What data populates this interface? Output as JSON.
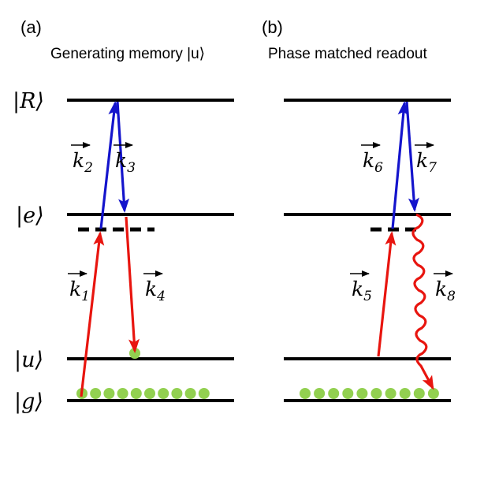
{
  "figure": {
    "panel_a": {
      "tag": "(a)",
      "title": "Generating memory |u⟩"
    },
    "panel_b": {
      "tag": "(b)",
      "title": "Phase matched readout"
    }
  },
  "levels": {
    "R": "|R⟩",
    "e": "|e⟩",
    "u": "|u⟩",
    "g": "|g⟩"
  },
  "wavevectors": {
    "k1": {
      "base": "k",
      "sub": "1"
    },
    "k2": {
      "base": "k",
      "sub": "2"
    },
    "k3": {
      "base": "k",
      "sub": "3"
    },
    "k4": {
      "base": "k",
      "sub": "4"
    },
    "k5": {
      "base": "k",
      "sub": "5"
    },
    "k6": {
      "base": "k",
      "sub": "6"
    },
    "k7": {
      "base": "k",
      "sub": "7"
    },
    "k8": {
      "base": "k",
      "sub": "8"
    }
  },
  "colors": {
    "laser_blue": "#1414cc",
    "photon_red": "#e8150f",
    "atom_green": "#92d050",
    "level_black": "#000000"
  },
  "atoms": {
    "panel_a_ground_count": 10,
    "panel_a_u_count": 1,
    "panel_b_ground_count": 10
  }
}
